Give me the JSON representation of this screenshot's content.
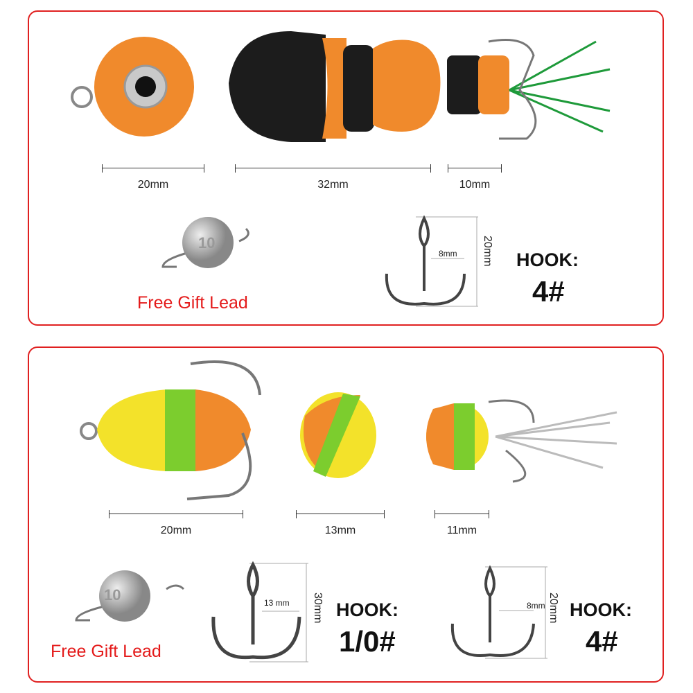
{
  "colors": {
    "border": "#e02020",
    "gift_text": "#e41a1a",
    "orange": "#f08a2c",
    "black": "#1c1c1c",
    "yellow": "#f3e22a",
    "green": "#7ccd2e"
  },
  "top_panel": {
    "dimensions": [
      "20mm",
      "32mm",
      "10mm"
    ],
    "gift_label": "Free Gift Lead",
    "lead_number": "10",
    "hook_width": "8mm",
    "hook_height": "20mm",
    "hook_label": "HOOK:",
    "hook_size": "4#"
  },
  "bottom_panel": {
    "dimensions": [
      "20mm",
      "13mm",
      "11mm"
    ],
    "gift_label": "Free Gift Lead",
    "lead_number": "10",
    "hooks": [
      {
        "width": "13 mm",
        "height": "30mm",
        "label": "HOOK:",
        "size": "1/0#"
      },
      {
        "width": "8mm",
        "height": "20mm",
        "label": "HOOK:",
        "size": "4#"
      }
    ]
  }
}
